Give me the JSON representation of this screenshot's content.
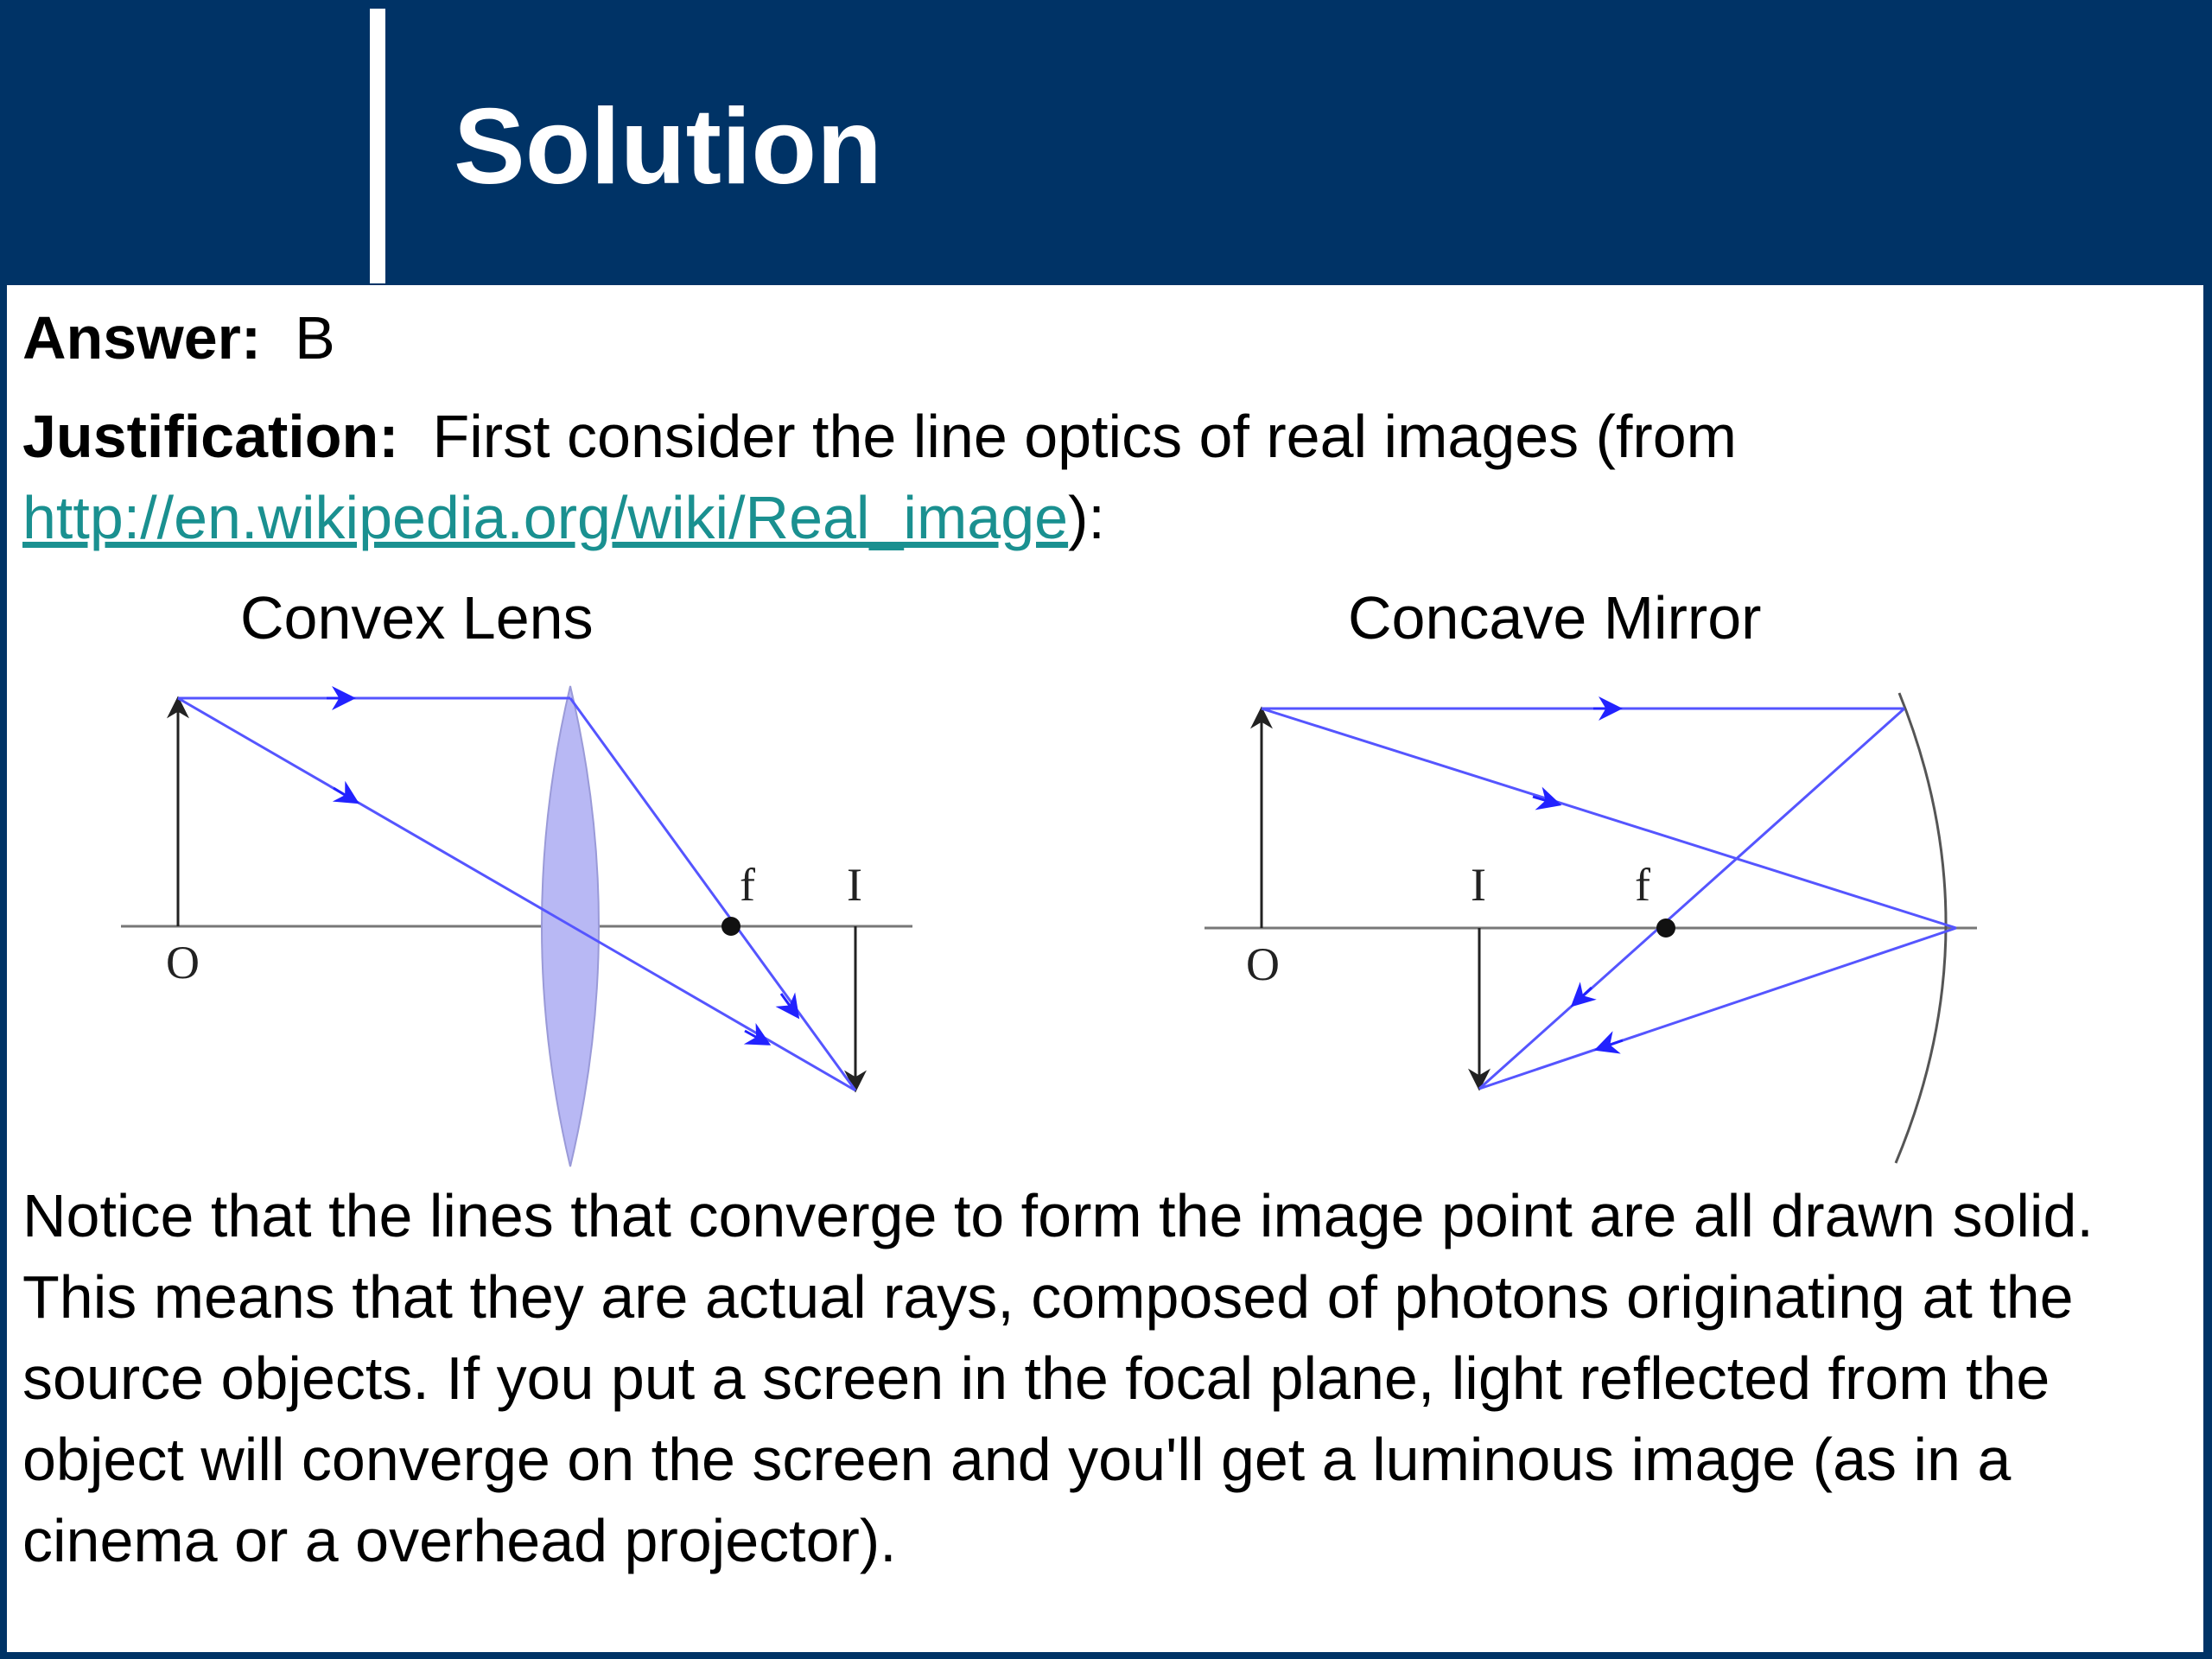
{
  "header": {
    "title": "Solution"
  },
  "answer": {
    "label": "Answer:",
    "value": "B"
  },
  "justification": {
    "label": "Justification:",
    "text": "First consider the line optics of real images (from",
    "link": "http://en.wikipedia.org/wiki/Real_image",
    "suffix": "):"
  },
  "diagrams": {
    "lens": {
      "title": "Convex Lens",
      "object_label": "O",
      "focal_label": "f",
      "image_label": "I"
    },
    "mirror": {
      "title": "Concave Mirror",
      "object_label": "O",
      "focal_label": "f",
      "image_label": "I"
    }
  },
  "colors": {
    "header": "#003366",
    "ray": "#4444ff",
    "lens_fill": "#b8b8f4",
    "link": "#1a9090"
  },
  "notice": "Notice that the lines that converge to form the image point are all drawn solid. This means that they are actual rays, composed of photons originating at the source objects. If you put a screen in the focal plane, light reflected from the object will converge on the screen and you'll get a luminous image (as in a cinema or a overhead projector)."
}
